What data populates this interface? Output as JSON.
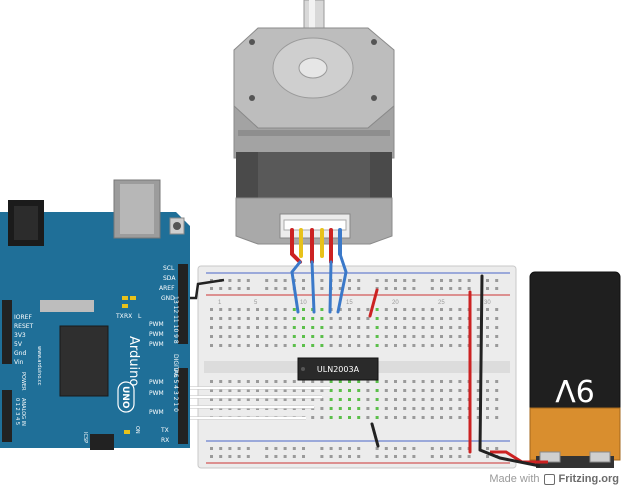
{
  "arduino": {
    "brand": "Arduino",
    "model": "UNO",
    "website": "www.arduino.cc",
    "header_right": [
      "SCL",
      "SDA",
      "AREF",
      "GND"
    ],
    "digital_label": "DIGITAL",
    "pwm_labels": [
      "PWM",
      "PWM",
      "PWM",
      "PWM",
      "PWM",
      "PWM"
    ],
    "led_labels": [
      "TX",
      "RX",
      "L"
    ],
    "on_label": "ON",
    "icsp_label": "ICSP",
    "txrx_right": [
      "TX",
      "RX"
    ],
    "power_pins": [
      "IOREF",
      "RESET",
      "3V3",
      "5V",
      "Gnd",
      "Vin"
    ],
    "power_header": "POWER",
    "analog_header": "ANALOG IN",
    "analog_pins": "0 1 2 3 4 5",
    "digital_pins_top": "13 12 11 10 9 8",
    "digital_pins_bottom": "7 6 5 4 3 2 1 0"
  },
  "driver_chip": {
    "label": "ULN2003A"
  },
  "battery": {
    "label": "9V"
  },
  "breadboard": {
    "col_labels": [
      "1",
      "5",
      "10",
      "15",
      "20",
      "25",
      "30"
    ]
  },
  "credit": {
    "prefix": "Made with",
    "brand": "Fritzing.org"
  },
  "colors": {
    "arduino_board": "#1f6f98",
    "breadboard": "#ececec",
    "motor_body": "#a9a9a9",
    "wire_blue": "#3b79c9",
    "wire_red": "#cc2222",
    "wire_yellow": "#e8c21a",
    "wire_black": "#222222",
    "battery_orange": "#d98e2e"
  }
}
